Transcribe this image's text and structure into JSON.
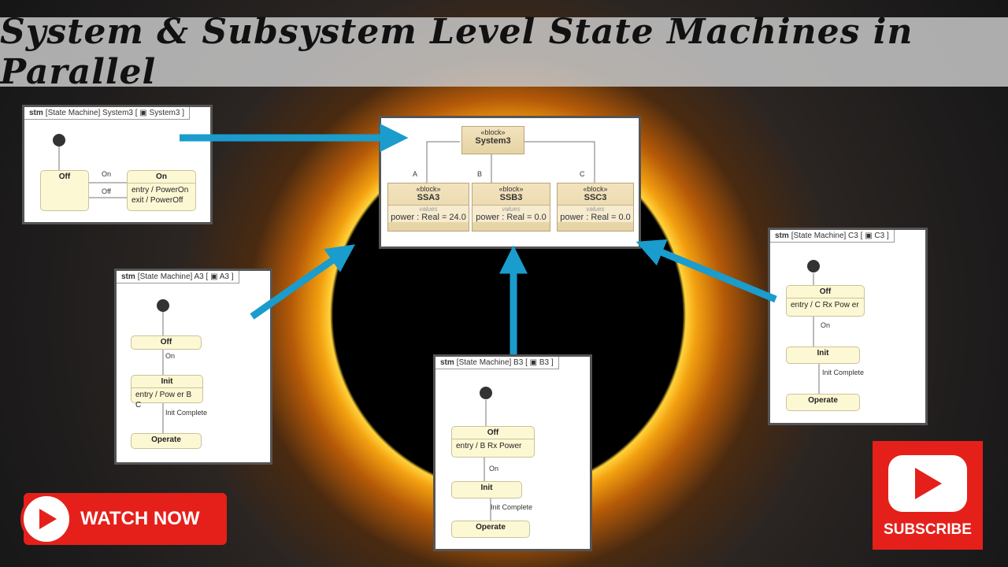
{
  "title": "System & Subsystem Level State Machines in Parallel",
  "colors": {
    "arrow": "#1a9ccc",
    "button_red": "#e5201a"
  },
  "stm_system3": {
    "kind": "stm",
    "header": "[State Machine] System3 [",
    "context": "System3 ]",
    "states": [
      {
        "name": "Off"
      },
      {
        "name": "On",
        "body": [
          "entry / PowerOn",
          "exit / PowerOff"
        ]
      }
    ],
    "transitions": [
      "On",
      "Off"
    ]
  },
  "bdd": {
    "stereotype": "«block»",
    "root": "System3",
    "parts": [
      {
        "role": "A",
        "name": "SSA3",
        "compartment": "values",
        "value": "power : Real = 24.0"
      },
      {
        "role": "B",
        "name": "SSB3",
        "compartment": "values",
        "value": "power : Real = 0.0"
      },
      {
        "role": "C",
        "name": "SSC3",
        "compartment": "values",
        "value": "power : Real = 0.0"
      }
    ]
  },
  "stm_a3": {
    "kind": "stm",
    "header": "[State Machine] A3 [",
    "context": "A3 ]",
    "states": [
      "Off",
      "Init",
      "Operate"
    ],
    "init_body": "entry / Pow er B C",
    "transitions": [
      "On",
      "Init Complete"
    ]
  },
  "stm_b3": {
    "kind": "stm",
    "header": "[State Machine] B3 [",
    "context": "B3 ]",
    "states": [
      "Off",
      "Init",
      "Operate"
    ],
    "off_body": "entry / B Rx Power",
    "transitions": [
      "On",
      "Init Complete"
    ]
  },
  "stm_c3": {
    "kind": "stm",
    "header": "[State Machine] C3 [",
    "context": "C3 ]",
    "states": [
      "Off",
      "Init",
      "Operate"
    ],
    "off_body": "entry / C Rx Pow er",
    "transitions": [
      "On",
      "Init Complete"
    ]
  },
  "watch_now": "WATCH NOW",
  "subscribe": "SUBSCRIBE"
}
